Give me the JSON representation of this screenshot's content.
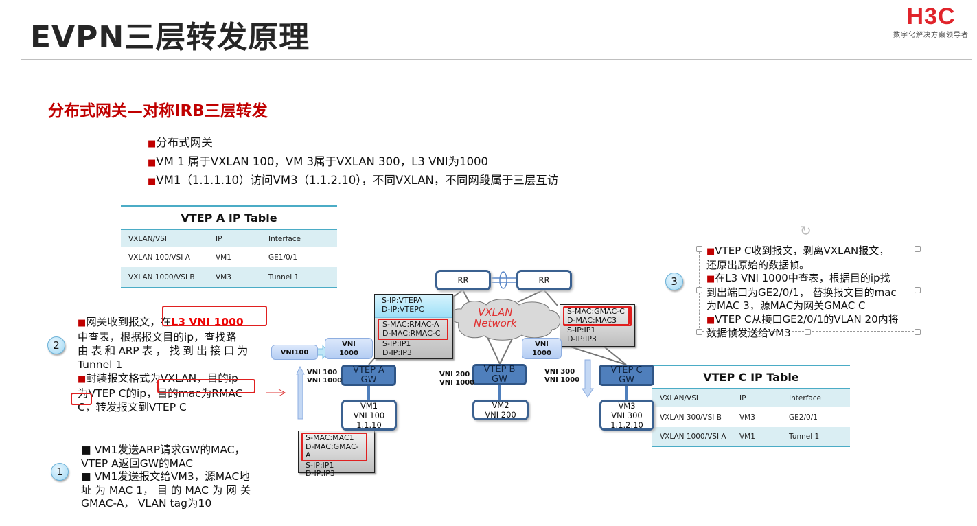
{
  "title": "EVPN三层转发原理",
  "logo": {
    "mark": "H3C",
    "tagline": "数字化解决方案领导者"
  },
  "subtitle": "分布式网关—对称IRB三层转发",
  "bullets": [
    "分布式网关",
    "VM 1 属于VXLAN 100，VM 3属于VXLAN 300，L3 VNI为1000",
    "VM1（1.1.1.10）访问VM3（1.1.2.10），不同VXLAN，不同网段属于三层互访"
  ],
  "vtep_a_table": {
    "title": "VTEP A IP Table",
    "headers": [
      "VXLAN/VSI",
      "IP",
      "Interface"
    ],
    "rows": [
      [
        "VXLAN 100/VSI A",
        "VM1",
        "GE1/0/1"
      ],
      [
        "VXLAN 1000/VSI B",
        "VM3",
        "Tunnel 1"
      ]
    ]
  },
  "vtep_c_table": {
    "title": "VTEP C IP Table",
    "headers": [
      "VXLAN/VSI",
      "IP",
      "Interface"
    ],
    "rows": [
      [
        "VXLAN 300/VSI B",
        "VM3",
        "GE2/0/1"
      ],
      [
        "VXLAN 1000/VSI A",
        "VM1",
        "Tunnel 1"
      ]
    ]
  },
  "diagram": {
    "rr1": "RR",
    "rr2": "RR",
    "cloud": [
      "VXLAN",
      "Network"
    ],
    "pkt_top": {
      "outer": [
        "S-IP:VTEPA",
        "D-IP:VTEPC"
      ],
      "mac": [
        "S-MAC:RMAC-A",
        "D-MAC:RMAC-C"
      ],
      "ip": [
        "S-IP:IP1",
        "D-IP:IP3"
      ]
    },
    "pkt_right": {
      "mac": [
        "S-MAC:GMAC-C",
        "D-MAC:MAC3"
      ],
      "ip": [
        "S-IP:IP1",
        "D-IP:IP3"
      ]
    },
    "pkt_bottom": {
      "mac": [
        "S-MAC:MAC1",
        "D-MAC:GMAC-A"
      ],
      "ip": [
        "S-IP:IP1",
        "D-IP:IP3"
      ]
    },
    "vni100": "VNI100",
    "vni1000_left": [
      "VNI",
      "1000"
    ],
    "vni1000_right": [
      "VNI",
      "1000"
    ],
    "vtep_a": [
      "VTEP A",
      "GW"
    ],
    "vtep_b": [
      "VTEP B",
      "GW"
    ],
    "vtep_c": [
      "VTEP C",
      "GW"
    ],
    "vni_a": [
      "VNI 100",
      "VNI 1000"
    ],
    "vni_b": [
      "VNI 200",
      "VNI 1000"
    ],
    "vni_c": [
      "VNI 300",
      "VNI 1000"
    ],
    "vm1": [
      "VM1",
      "VNI 100",
      "1.1.10"
    ],
    "vm2": [
      "VM2",
      "VNI 200"
    ],
    "vm3": [
      "VM3",
      "VNI 300",
      "1.1.2.10"
    ]
  },
  "step1": {
    "num": "1",
    "l1": "■ VM1发送ARP请求GW的MAC，",
    "l2": "VTEP A返回GW的MAC",
    "l3": "■ VM1发送报文给VM3，源MAC地",
    "l4": "址 为 MAC  1， 目 的 MAC 为 网 关",
    "l5": "GMAC-A， VLAN tag为10"
  },
  "step2": {
    "num": "2",
    "a": "网关收到报文，在",
    "b": "L3  VNI  1000",
    "c": "中查表，根据报文目的ip，查找路",
    "d": "由 表 和 ARP 表 ， 找 到 出 接 口 为",
    "e": "Tunnel 1",
    "f": "封装报文格式为VXLAN，目的ip",
    "g": "为VTEP  C的ip，目的mac为RMAC",
    "h": "C，转发报文到VTEP C"
  },
  "step3": {
    "num": "3",
    "l1": "VTEP  C收到报文，剥离VXLAN报文，",
    "l2": "还原出原始的数据帧。",
    "l3": "在L3  VNI  1000中查表，根据目的ip找",
    "l4": "到出端口为GE2/0/1，  替换报文目的mac",
    "l5": "为MAC 3，源MAC为网关GMAC C",
    "l6": "VTEP C从接口GE2/0/1的VLAN 20内将",
    "l7": "数据帧发送给VM3"
  }
}
